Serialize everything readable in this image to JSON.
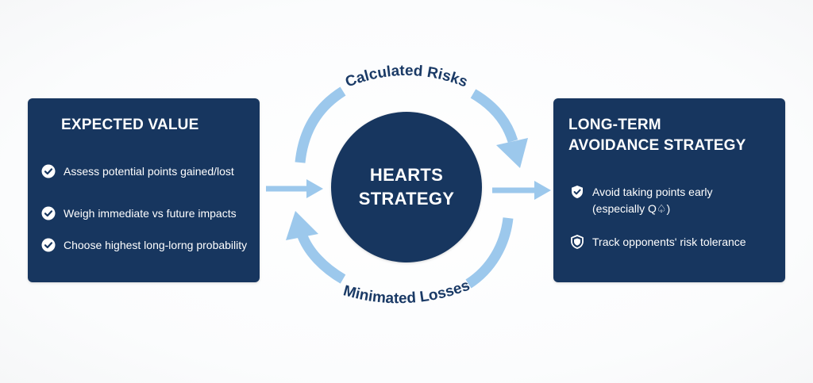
{
  "left_panel": {
    "title": "EXPECTED VALUE",
    "items": [
      {
        "text": "Assess potential points gained/lost",
        "icon": "check-circle-icon"
      },
      {
        "text": "Weigh immediate vs future impacts",
        "icon": "check-circle-icon"
      },
      {
        "text": "Choose highest long-lorng probability",
        "icon": "check-circle-icon"
      }
    ]
  },
  "center": {
    "line1": "HEARTS",
    "line2": "STRATEGY"
  },
  "cycle_labels": {
    "top": "Calculated Risks",
    "bottom": "Minimated Losses"
  },
  "right_panel": {
    "title_line1": "LONG-TERM",
    "title_line2": "AVOIDANCE STRATEGY",
    "items": [
      {
        "line1": "Avoid taking points early",
        "line2": "(especially Q♤)",
        "icon": "shield-check-icon"
      },
      {
        "line1": "Track opponents' risk tolerance",
        "line2": "",
        "icon": "shield-icon"
      }
    ]
  },
  "colors": {
    "navy": "#17365f",
    "arrow_blue": "#9cc8ec",
    "label_text": "#1a3a66"
  }
}
